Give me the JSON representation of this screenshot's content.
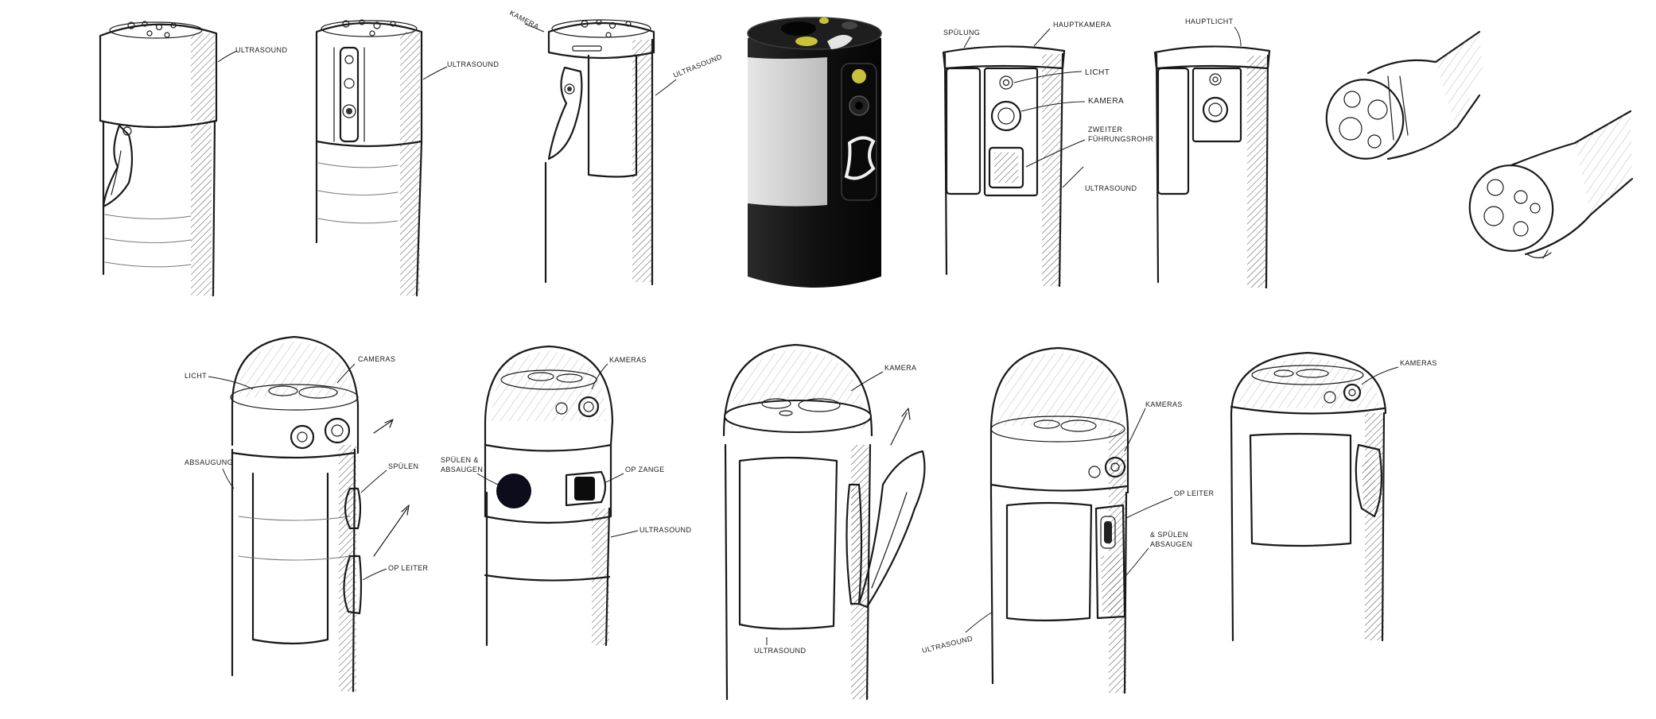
{
  "top_row": {
    "sketch1": {
      "label_ultrasound": "ULTRASOUND"
    },
    "sketch2": {
      "label_ultrasound": "ULTRASOUND"
    },
    "sketch3": {
      "label_kamera": "KAMERA",
      "label_ultrasound": "ULTRASOUND"
    },
    "sketch5": {
      "label_spuelung": "SPÜLUNG",
      "label_hauptkamera": "HAUPTKAMERA",
      "label_licht": "LICHT",
      "label_kamera": "KAMERA",
      "label_fuehrungsrohr_1": "ZWEITER",
      "label_fuehrungsrohr_2": "FÜHRUNGSROHR",
      "label_ultrasound": "ULTRASOUND"
    },
    "sketch6": {
      "label_hauptlicht": "HAUPTLICHT"
    }
  },
  "bottom_row": {
    "sketch1": {
      "label_licht": "LICHT",
      "label_cameras": "CAMERAS",
      "label_absaugung": "ABSAUGUNG",
      "label_spuelen": "SPÜLEN",
      "label_op_leiter": "OP LEITER"
    },
    "sketch2": {
      "label_kameras": "KAMERAS",
      "label_spuelen_1": "SPÜLEN &",
      "label_spuelen_2": "ABSAUGEN",
      "label_op_zange": "OP ZANGE",
      "label_ultrasound": "ULTRASOUND"
    },
    "sketch3": {
      "label_kamera": "KAMERA",
      "label_ultrasound": "ULTRASOUND"
    },
    "sketch4": {
      "label_kameras": "KAMERAS",
      "label_op_leiter": "OP LEITER",
      "label_spuelen_1": "& SPÜLEN",
      "label_spuelen_2": "ABSAUGEN",
      "label_ultrasound": "ULTRASOUND"
    },
    "sketch5": {
      "label_kameras": "KAMERAS"
    }
  },
  "render": {
    "body_color": "#141414",
    "panel_color": "#d9d9d9",
    "lens_color": "#c8c23a",
    "ink_color": "#1a1a1a"
  }
}
